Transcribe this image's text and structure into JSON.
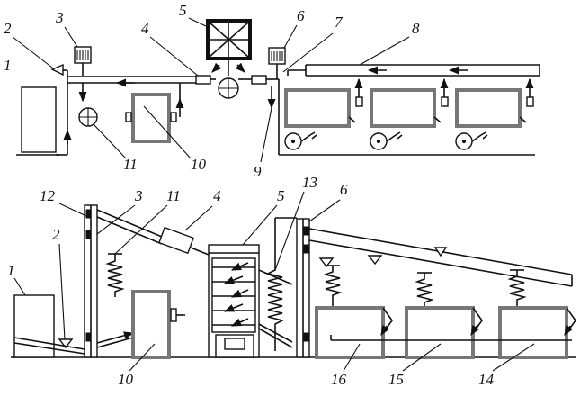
{
  "labels": {
    "top": [
      "1",
      "2",
      "3",
      "4",
      "5",
      "6",
      "7",
      "8",
      "9",
      "10",
      "11"
    ],
    "bottom": [
      "1",
      "2",
      "3",
      "4",
      "5",
      "6",
      "10",
      "11",
      "12",
      "13",
      "14",
      "15",
      "16"
    ]
  }
}
